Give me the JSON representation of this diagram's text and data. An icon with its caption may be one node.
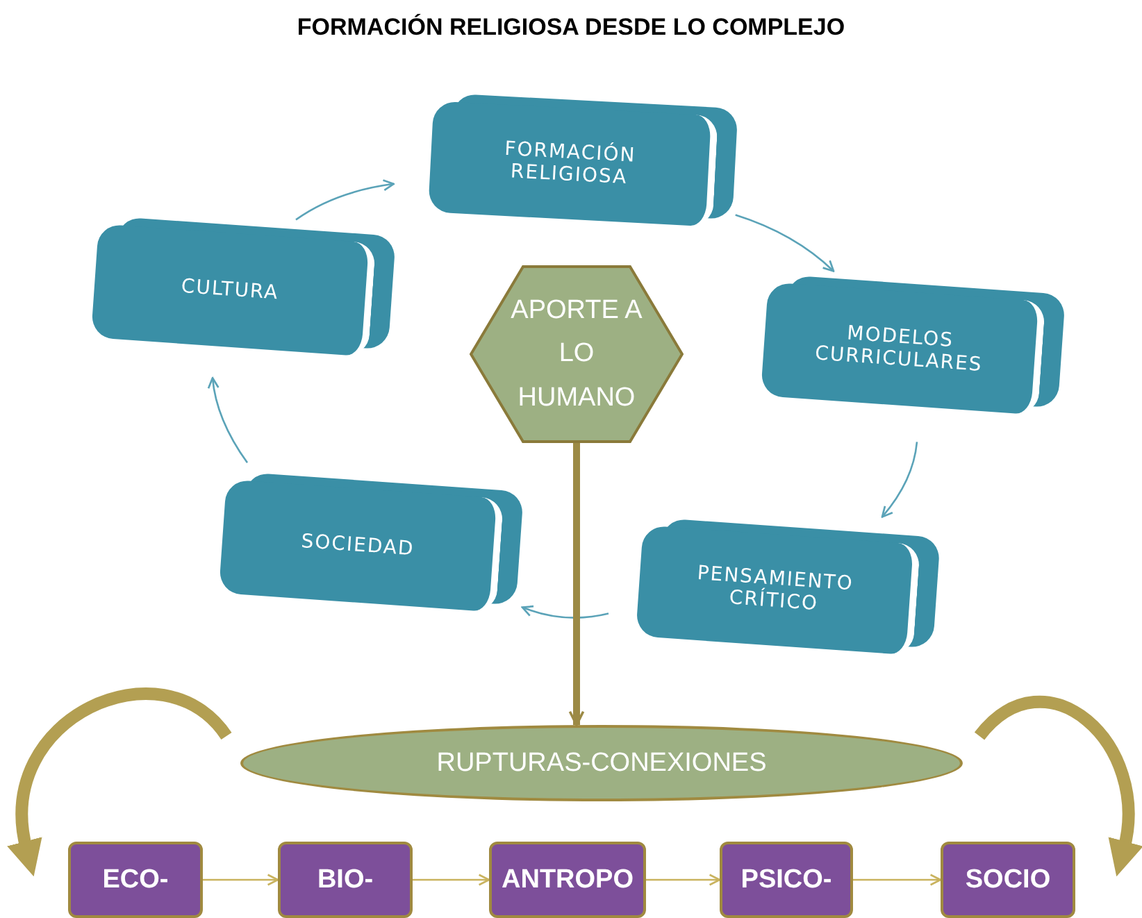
{
  "diagram": {
    "title": "FORMACIÓN RELIGIOSA DESDE LO COMPLEJO",
    "nodes": [
      {
        "text": [
          "FORMACIÓN RELIGIOSA"
        ]
      },
      {
        "text": [
          "MODELOS CURRICULARES"
        ]
      },
      {
        "text": [
          "PENSAMIENTO CRÍTICO"
        ]
      },
      {
        "text": [
          "SOCIEDAD"
        ]
      },
      {
        "text": [
          "CULTURA"
        ]
      },
      {
        "text": [
          "APORTE A LO HUMANO"
        ]
      },
      {
        "text": [
          "RUPTURAS-CONEXIONES"
        ]
      },
      {
        "text": [
          "ECO-"
        ]
      },
      {
        "text": [
          "BIO-"
        ]
      },
      {
        "text": [
          "ANTROPO"
        ]
      },
      {
        "text": [
          "PSICO-"
        ]
      },
      {
        "text": [
          "SOCIO"
        ]
      }
    ],
    "edges": [
      {
        "from": 0,
        "to": 1,
        "arrow": "to"
      },
      {
        "from": 1,
        "to": 2,
        "arrow": "to"
      },
      {
        "from": 2,
        "to": 3,
        "arrow": "to"
      },
      {
        "from": 3,
        "to": 4,
        "arrow": "to"
      },
      {
        "from": 4,
        "to": 0,
        "arrow": "to"
      },
      {
        "from": 5,
        "to": 6,
        "arrow": "to",
        "style": "thick",
        "color": "#9c8a45"
      },
      {
        "from": 6,
        "to": 7,
        "arrow": "to",
        "style": "thick",
        "color": "#b39f52"
      },
      {
        "from": 6,
        "to": 11,
        "arrow": "to",
        "style": "thick",
        "color": "#b39f52"
      },
      {
        "from": 7,
        "to": 8,
        "arrow": "to",
        "color": "#c9b35e"
      },
      {
        "from": 8,
        "to": 9,
        "arrow": "to",
        "color": "#c9b35e"
      },
      {
        "from": 9,
        "to": 10,
        "arrow": "to",
        "color": "#c9b35e"
      },
      {
        "from": 10,
        "to": 11,
        "arrow": "to",
        "color": "#c9b35e"
      }
    ]
  }
}
